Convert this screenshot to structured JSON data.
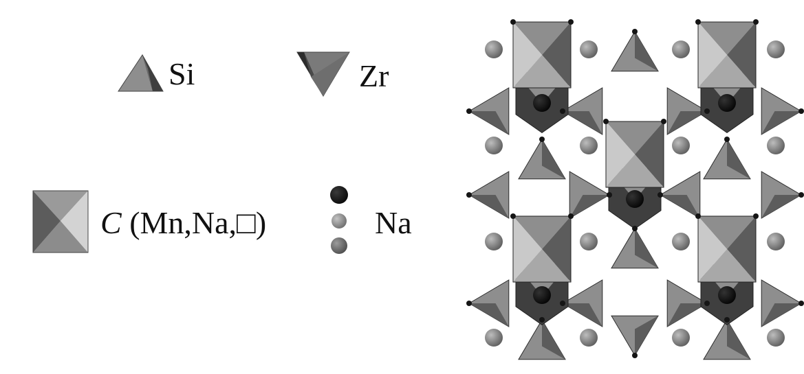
{
  "legend": {
    "si": {
      "label": "Si"
    },
    "zr": {
      "label": "Zr"
    },
    "c": {
      "symbol": "C",
      "composition": "(Mn,Na,□)"
    },
    "na": {
      "label": "Na"
    }
  },
  "colors": {
    "light": "#c9c9c9",
    "mid": "#8e8e8e",
    "dark": "#5c5c5c",
    "darker": "#3f3f3f",
    "atom_black": "#151515",
    "atom_grey": "#7a7a7a",
    "atom_light": "#a9a9a9"
  }
}
